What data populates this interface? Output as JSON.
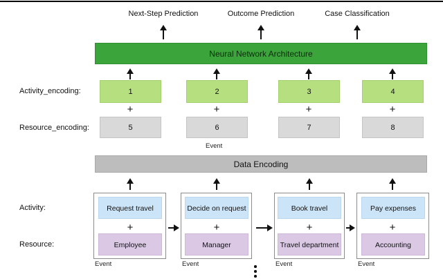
{
  "figure": {
    "tasks": [
      {
        "label": "Next-Step Prediction"
      },
      {
        "label": "Outcome Prediction"
      },
      {
        "label": "Case Classification"
      }
    ],
    "nn_bar_label": "Neural Network Architecture",
    "encoding_bar_label": "Data Encoding",
    "row_labels": {
      "activity_encoding": "Activity_encoding:",
      "resource_encoding": "Resource_encoding:",
      "activity": "Activity:",
      "resource": "Resource:"
    },
    "event_label": "Event",
    "plus": "+",
    "columns": [
      {
        "activity_encoding": "1",
        "resource_encoding": "5",
        "activity": "Request travel",
        "resource": "Employee"
      },
      {
        "activity_encoding": "2",
        "resource_encoding": "6",
        "activity": "Decide on request",
        "resource": "Manager"
      },
      {
        "activity_encoding": "3",
        "resource_encoding": "7",
        "activity": "Book travel",
        "resource": "Travel department"
      },
      {
        "activity_encoding": "4",
        "resource_encoding": "8",
        "activity": "Pay expenses",
        "resource": "Accounting"
      }
    ],
    "colors": {
      "nn_bar_green": "#3ba53b",
      "encoding_light_green": "#b6e07f",
      "encoding_gray": "#d9d9d9",
      "data_encoding_bar_gray": "#bdbdbd",
      "activity_blue": "#cbe4f7",
      "resource_lavender": "#dac8e5",
      "group_outline": "#8a8a8a"
    }
  }
}
